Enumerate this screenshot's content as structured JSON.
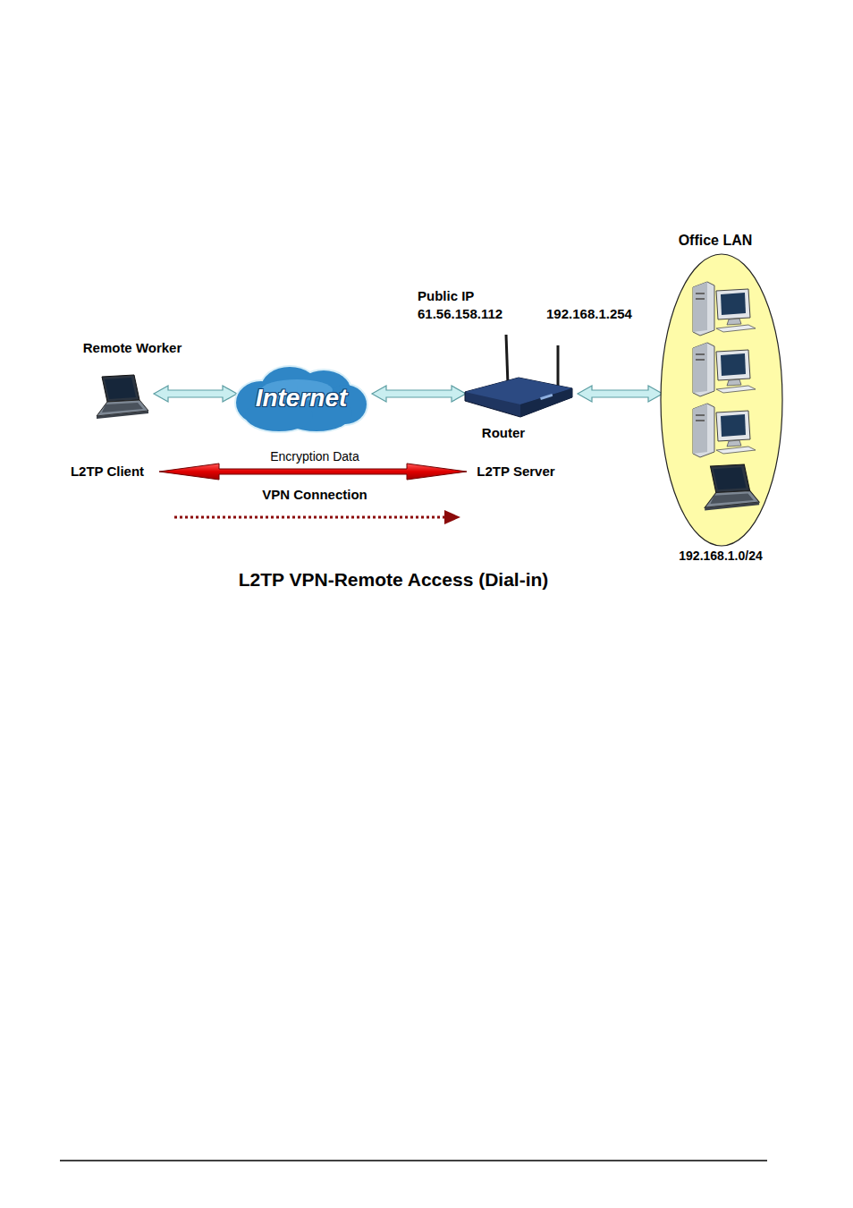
{
  "diagram": {
    "caption": "L2TP VPN-Remote Access (Dial-in)",
    "nodes": [
      {
        "text": [
          "Remote Worker"
        ]
      },
      {
        "text": [
          "Internet"
        ]
      },
      {
        "text": [
          "Router"
        ]
      },
      {
        "text": [
          "Office LAN",
          "192.168.1.0/24"
        ]
      }
    ],
    "edges": [
      {
        "from": 0,
        "to": 1,
        "arrow": "both"
      },
      {
        "from": 1,
        "to": 2,
        "arrow": "both"
      },
      {
        "from": 2,
        "to": 3,
        "arrow": "both"
      }
    ],
    "labels": [
      "Public IP 61.56.158.112",
      "192.168.1.254",
      "L2TP Client",
      "Encryption Data",
      "L2TP Server",
      "VPN Connection"
    ]
  }
}
